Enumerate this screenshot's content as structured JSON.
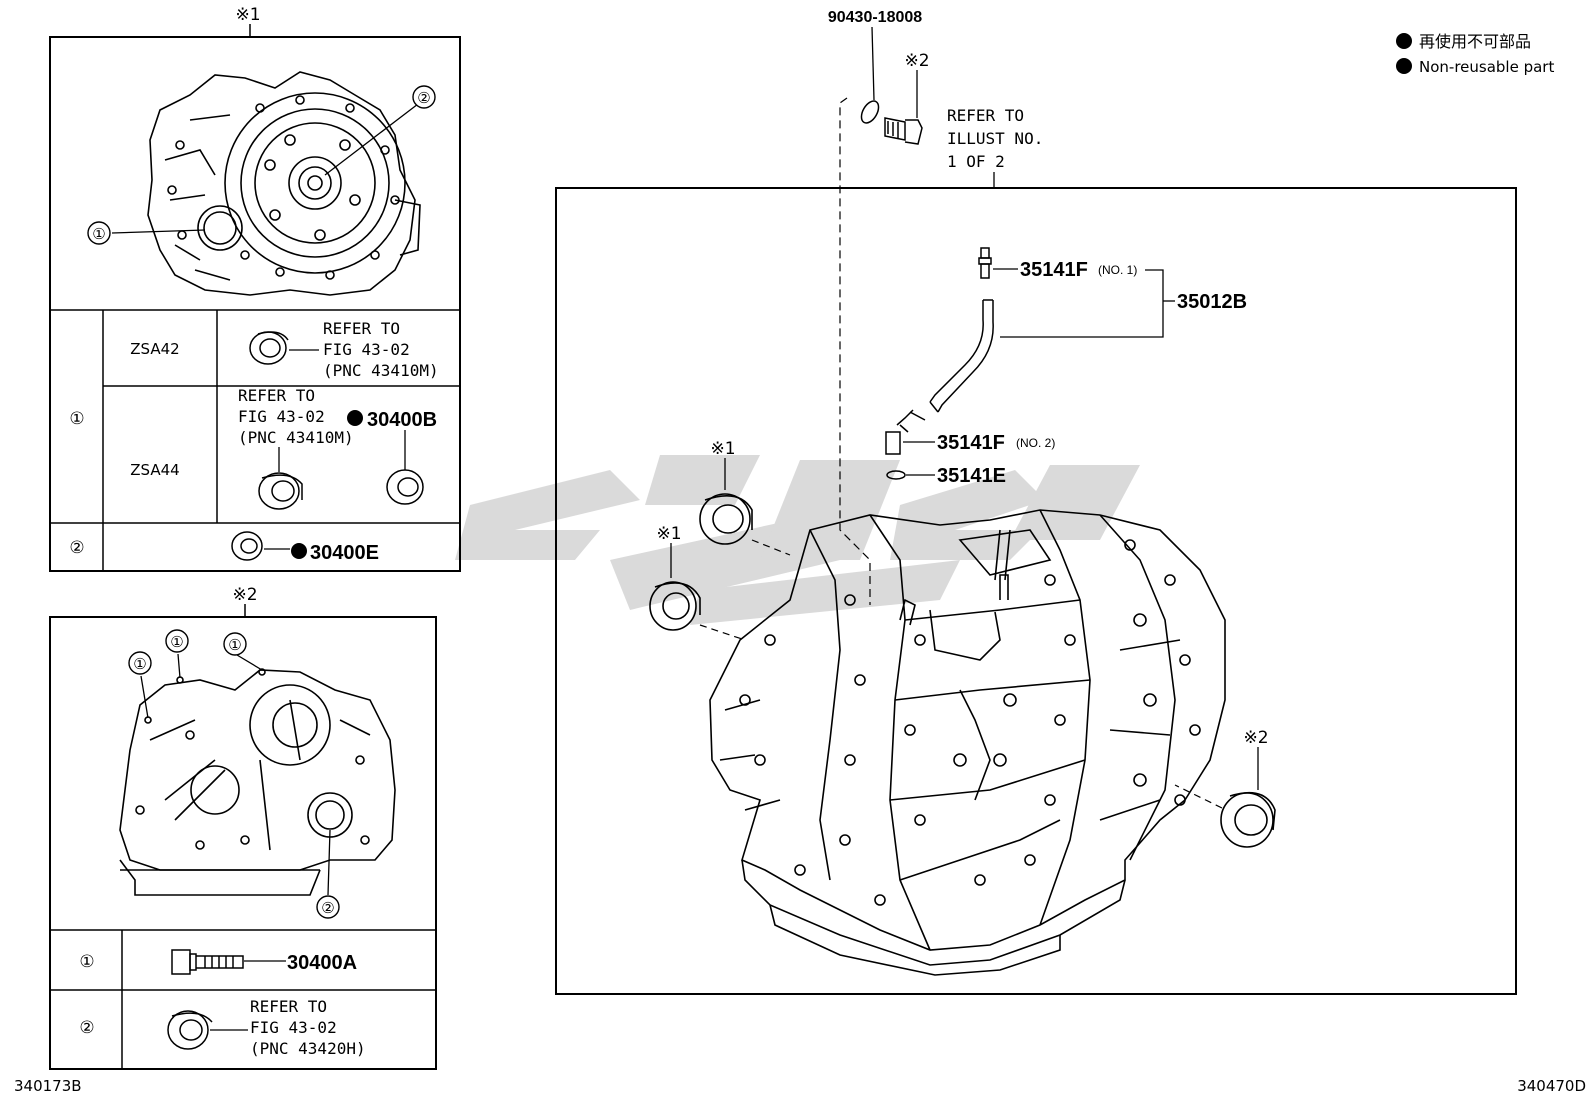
{
  "legend": {
    "ja": "再使用不可部品",
    "en": "Non-reusable part"
  },
  "inset1": {
    "mark": "※1",
    "num1": "①",
    "num2": "②",
    "rows": [
      {
        "num": "①",
        "model": "ZSA42",
        "refer": [
          "REFER TO",
          "FIG 43-02",
          "(PNC 43410M)"
        ]
      },
      {
        "num": "",
        "model": "ZSA44",
        "refer": [
          "REFER TO",
          "FIG 43-02",
          "(PNC 43410M)"
        ],
        "part": "30400B"
      },
      {
        "num": "②",
        "part": "30400E"
      }
    ]
  },
  "inset2": {
    "mark": "※2",
    "num1": "①",
    "num2": "②",
    "rows": [
      {
        "num": "①",
        "part": "30400A"
      },
      {
        "num": "②",
        "refer": [
          "REFER TO",
          "FIG 43-02",
          "(PNC 43420H)"
        ]
      }
    ]
  },
  "main": {
    "top_part": "90430-18008",
    "top_mark": "※2",
    "refer": [
      "REFER TO",
      "ILLUST NO.",
      "1 OF 2"
    ],
    "p_35141F": "35141F",
    "no1": "(NO. 1)",
    "no2": "(NO. 2)",
    "p_35012B": "35012B",
    "p_35141E": "35141E",
    "mark1a": "※1",
    "mark1b": "※1",
    "mark2": "※2"
  },
  "footer": {
    "left_code": "340173B",
    "right_code": "340470D"
  }
}
